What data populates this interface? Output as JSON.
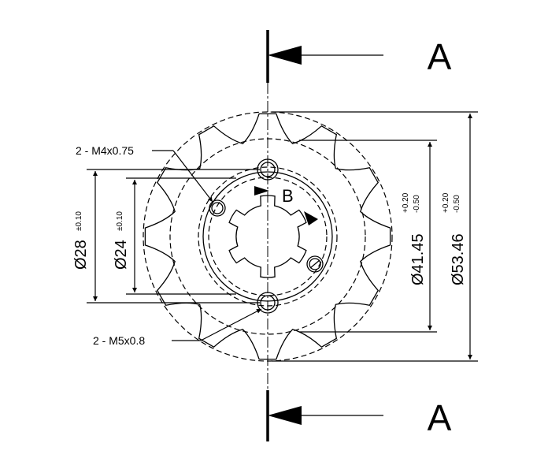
{
  "section": {
    "top_letter": "A",
    "bottom_letter": "A"
  },
  "detail": {
    "label": "B"
  },
  "callouts": {
    "m4": "2 - M4x0.75",
    "m5": "2 - M5x0.8"
  },
  "dims": {
    "d28": {
      "symbol": "Ø",
      "value": "28",
      "tol": "±0.10"
    },
    "d24": {
      "symbol": "Ø",
      "value": "24",
      "tol": "±0.10"
    },
    "d41": {
      "symbol": "Ø",
      "value": "41.45",
      "tol_upper": "+0.20",
      "tol_lower": "-0.50"
    },
    "d53": {
      "symbol": "Ø",
      "value": "53.46",
      "tol_upper": "+0.20",
      "tol_lower": "-0.50"
    }
  }
}
